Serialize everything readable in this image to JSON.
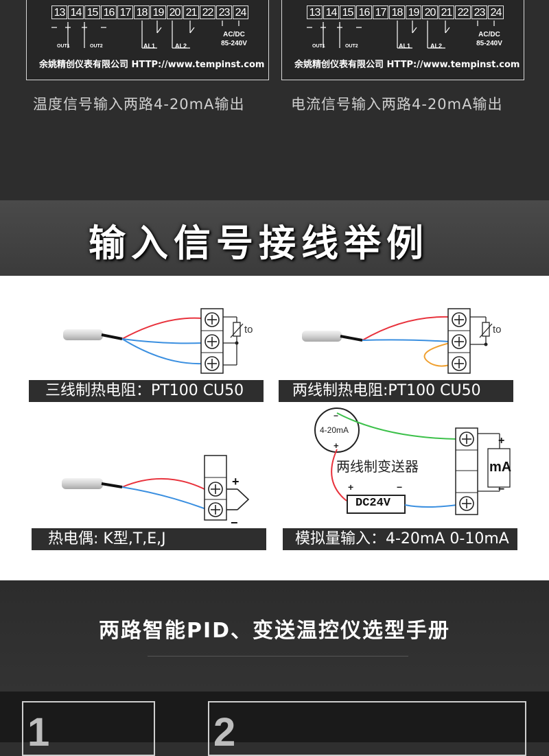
{
  "terminal_panels": [
    {
      "numbers": [
        "13",
        "14",
        "15",
        "16",
        "17",
        "18",
        "19",
        "20",
        "21",
        "22",
        "23",
        "24"
      ],
      "out1": "OUT1",
      "out2": "OUT2",
      "al1": "AL1",
      "al2": "AL2",
      "acdc": "AC/DC",
      "voltage": "85-240V",
      "company": "余姚精创仪表有限公司 HTTP://www.tempinst.com",
      "caption": "温度信号输入两路4-20mA输出"
    },
    {
      "numbers": [
        "13",
        "14",
        "15",
        "16",
        "17",
        "18",
        "19",
        "20",
        "21",
        "22",
        "23",
        "24"
      ],
      "out1": "OUT1",
      "out2": "OUT2",
      "al1": "AL1",
      "al2": "AL2",
      "acdc": "AC/DC",
      "voltage": "85-240V",
      "company": "余姚精创仪表有限公司 HTTP://www.tempinst.com",
      "caption": "电流信号输入两路4-20mA输出"
    }
  ],
  "section_title": "输入信号接线举例",
  "diagrams": {
    "three_wire_label": "三线制热电阻：PT100 CU50",
    "two_wire_label": "两线制热电阻:PT100 CU50",
    "thermocouple_label": "热电偶: K型,T,E,J",
    "analog_label": "模拟量输入：4-20mA 0-10mA",
    "rtd_symbol": "to",
    "transmitter_range": "4-20mA",
    "transmitter_name": "两线制变送器",
    "power_supply": "DC24V",
    "meter_unit": "mA",
    "plus": "+",
    "minus": "−"
  },
  "bottom_title": "两路智能PID、变送温控仪选型手册",
  "cards": [
    "1",
    "2"
  ],
  "colors": {
    "red": "#e8323c",
    "blue": "#3a8fe0",
    "green": "#3cc04a",
    "orange": "#f0a030",
    "dark": "#2e2e2e"
  }
}
